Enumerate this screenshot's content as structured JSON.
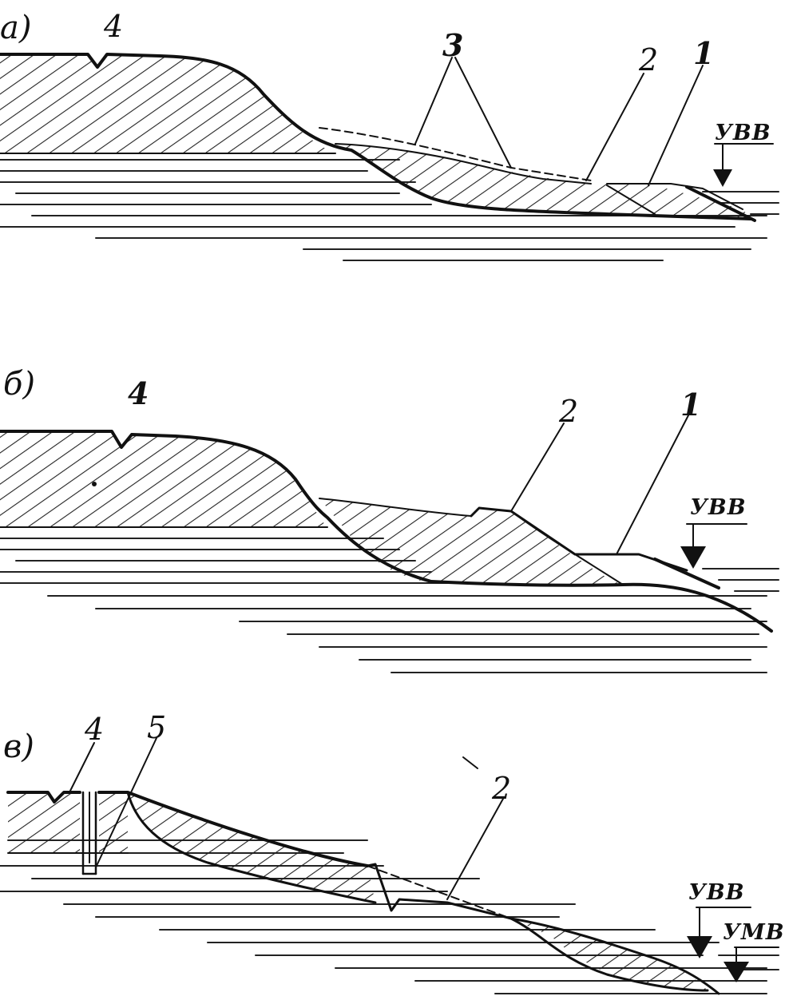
{
  "figure": {
    "panels": [
      {
        "id": "a",
        "label": "а)",
        "markers": [
          "4",
          "3",
          "2",
          "1"
        ],
        "levels": [
          "УВВ"
        ]
      },
      {
        "id": "b",
        "label": "б)",
        "markers": [
          "4",
          "2",
          "1"
        ],
        "levels": [
          "УВВ"
        ]
      },
      {
        "id": "c",
        "label": "в)",
        "markers": [
          "4",
          "5",
          "2"
        ],
        "levels": [
          "УВВ",
          "УМВ"
        ]
      }
    ],
    "colors": {
      "ink": "#111111",
      "paper": "#ffffff"
    }
  }
}
